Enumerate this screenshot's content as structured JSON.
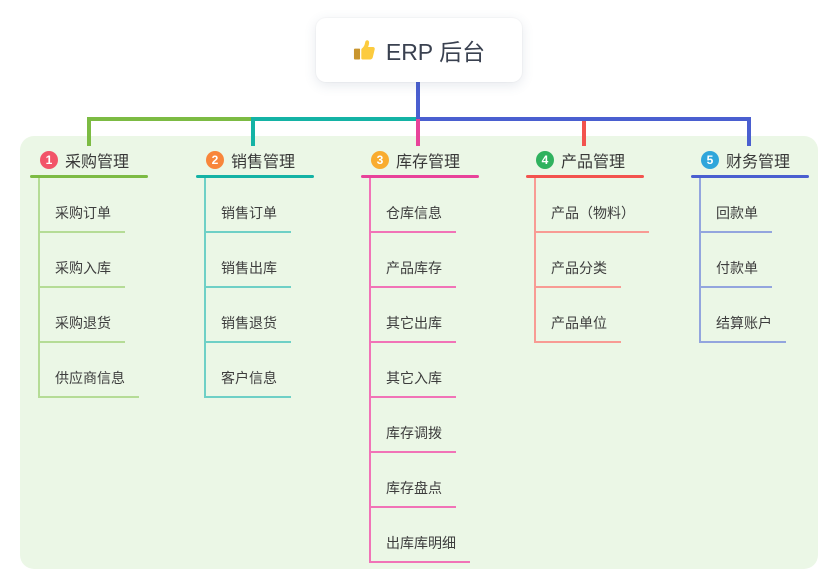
{
  "root": {
    "title": "ERP 后台",
    "icon": "thumbs-up-icon",
    "line_color": "#4A5FD0"
  },
  "colors": {
    "canvas_bg": "#ffffff",
    "panel_bg": "#EBF7E6",
    "root_text": "#3a4150",
    "branch_text": "#383838",
    "child_text": "#3d3d3d"
  },
  "branches": [
    {
      "num": "1",
      "label": "采购管理",
      "badge_color": "#F25468",
      "line": "#7CBB43",
      "child_line": "#B5DC96",
      "children": [
        "采购订单",
        "采购入库",
        "采购退货",
        "供应商信息"
      ]
    },
    {
      "num": "2",
      "label": "销售管理",
      "badge_color": "#F8863B",
      "line": "#14B3A5",
      "child_line": "#6ED0C6",
      "children": [
        "销售订单",
        "销售出库",
        "销售退货",
        "客户信息"
      ]
    },
    {
      "num": "3",
      "label": "库存管理",
      "badge_color": "#F9AC2F",
      "line": "#E8439A",
      "child_line": "#F173B7",
      "children": [
        "仓库信息",
        "产品库存",
        "其它出库",
        "其它入库",
        "库存调拨",
        "库存盘点",
        "出库库明细"
      ]
    },
    {
      "num": "4",
      "label": "产品管理",
      "badge_color": "#2FB25E",
      "line": "#F3534E",
      "child_line": "#F89B94",
      "children": [
        "产品（物料）",
        "产品分类",
        "产品单位"
      ]
    },
    {
      "num": "5",
      "label": "财务管理",
      "badge_color": "#2FA6DB",
      "line": "#4A5FD0",
      "child_line": "#93A5DE",
      "children": [
        "回款单",
        "付款单",
        "结算账户"
      ]
    }
  ]
}
